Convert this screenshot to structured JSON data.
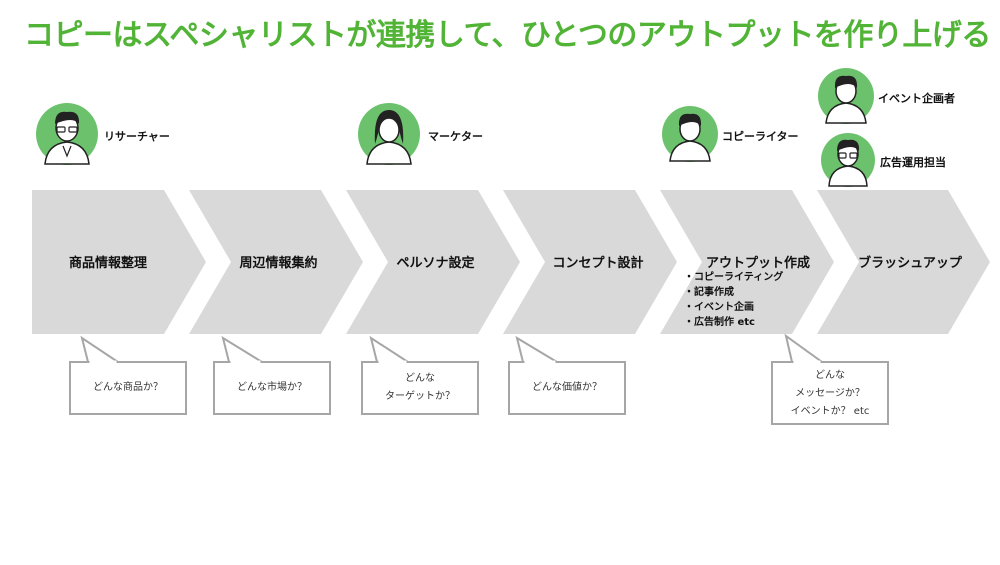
{
  "title": "コピーはスペシャリストが連携して、ひとつのアウトプットを作り上げる",
  "colors": {
    "accent": "#52b437",
    "avatar_bg": "#6cc26c",
    "chevron": "#d9d9d9",
    "bubble_border": "#a6a6a6"
  },
  "steps": [
    {
      "label": "商品情報整理"
    },
    {
      "label": "周辺情報集約"
    },
    {
      "label": "ペルソナ設定"
    },
    {
      "label": "コンセプト設計"
    },
    {
      "label": "アウトプット作成",
      "items": [
        "・コピーライティング",
        "・記事作成",
        "・イベント企画",
        "・広告制作 etc"
      ]
    },
    {
      "label": "ブラッシュアップ"
    }
  ],
  "roles": [
    {
      "label": "リサーチャー",
      "icon": "man-glasses-avatar-icon"
    },
    {
      "label": "マーケター",
      "icon": "woman-avatar-icon"
    },
    {
      "label": "コピーライター",
      "icon": "man-avatar-icon"
    },
    {
      "label": "イベント企画者",
      "icon": "man-avatar-icon"
    },
    {
      "label": "広告運用担当",
      "icon": "man-glasses-avatar-icon"
    }
  ],
  "bubbles": [
    {
      "text": "どんな商品か？"
    },
    {
      "text": "どんな市場か？"
    },
    {
      "text": "どんな\nターゲットか？"
    },
    {
      "text": "どんな価値か？"
    },
    {
      "text": "どんな\nメッセージか？\nイベントか？ etc"
    }
  ]
}
